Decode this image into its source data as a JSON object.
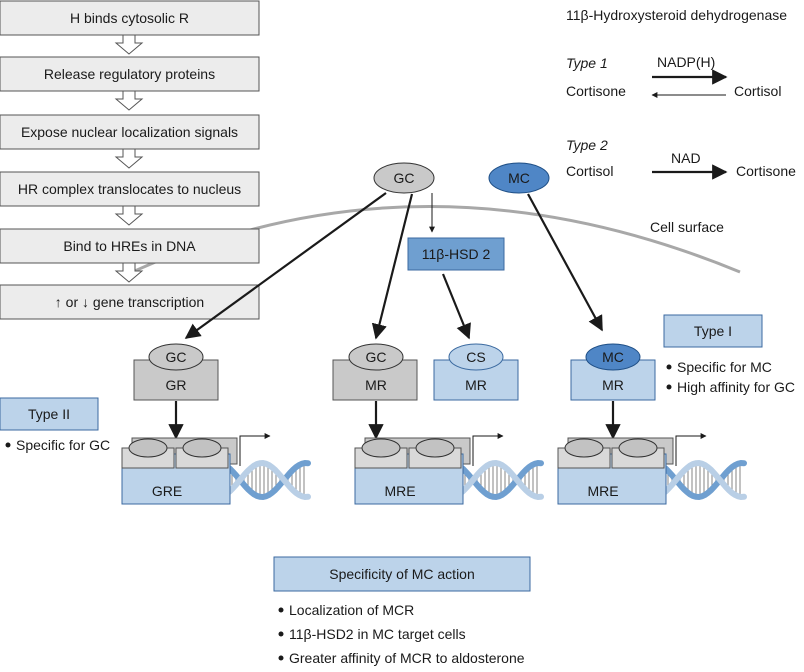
{
  "pathway_steps": [
    "H binds cytosolic R",
    "Release regulatory proteins",
    "Expose nuclear localization signals",
    "HR complex translocates to nucleus",
    "Bind to HREs in DNA",
    "↑ or ↓ gene transcription"
  ],
  "enzyme": {
    "title": "11β-Hydroxysteroid dehydrogenase",
    "type1": {
      "label": "Type 1",
      "cofactor": "NADP(H)",
      "left": "Cortisone",
      "right": "Cortisol"
    },
    "type2": {
      "label": "Type 2",
      "cofactor": "NAD",
      "left": "Cortisol",
      "right": "Cortisone"
    }
  },
  "cell_surface_label": "Cell surface",
  "hormones": {
    "gc": "GC",
    "mc": "MC"
  },
  "hsd2_label": "11β-HSD 2",
  "receptors": {
    "gr": {
      "ligand": "GC",
      "receptor": "GR",
      "element": "GRE"
    },
    "mr_gc": {
      "ligand": "GC",
      "receptor": "MR",
      "element": "MRE"
    },
    "mr_cs": {
      "ligand": "CS",
      "receptor": "MR"
    },
    "mr_mc": {
      "ligand": "MC",
      "receptor": "MR",
      "element": "MRE"
    }
  },
  "type_ii": {
    "title": "Type II",
    "bullets": [
      "Specific for GC"
    ]
  },
  "type_i": {
    "title": "Type I",
    "bullets": [
      "Specific for MC",
      "High affinity for GC"
    ]
  },
  "specificity": {
    "title": "Specificity of MC action",
    "bullets": [
      "Localization of MCR",
      "11β-HSD2 in MC target cells",
      "Greater affinity of MCR to aldosterone"
    ]
  },
  "colors": {
    "box_gray": "#ececec",
    "receptor_gray": "#c9c9c9",
    "receptor_blue": "#bcd3ea",
    "mc_blue": "#4f86c6",
    "dna_blue": "#6f9fd0",
    "cell_surface": "#a8a8a8"
  }
}
